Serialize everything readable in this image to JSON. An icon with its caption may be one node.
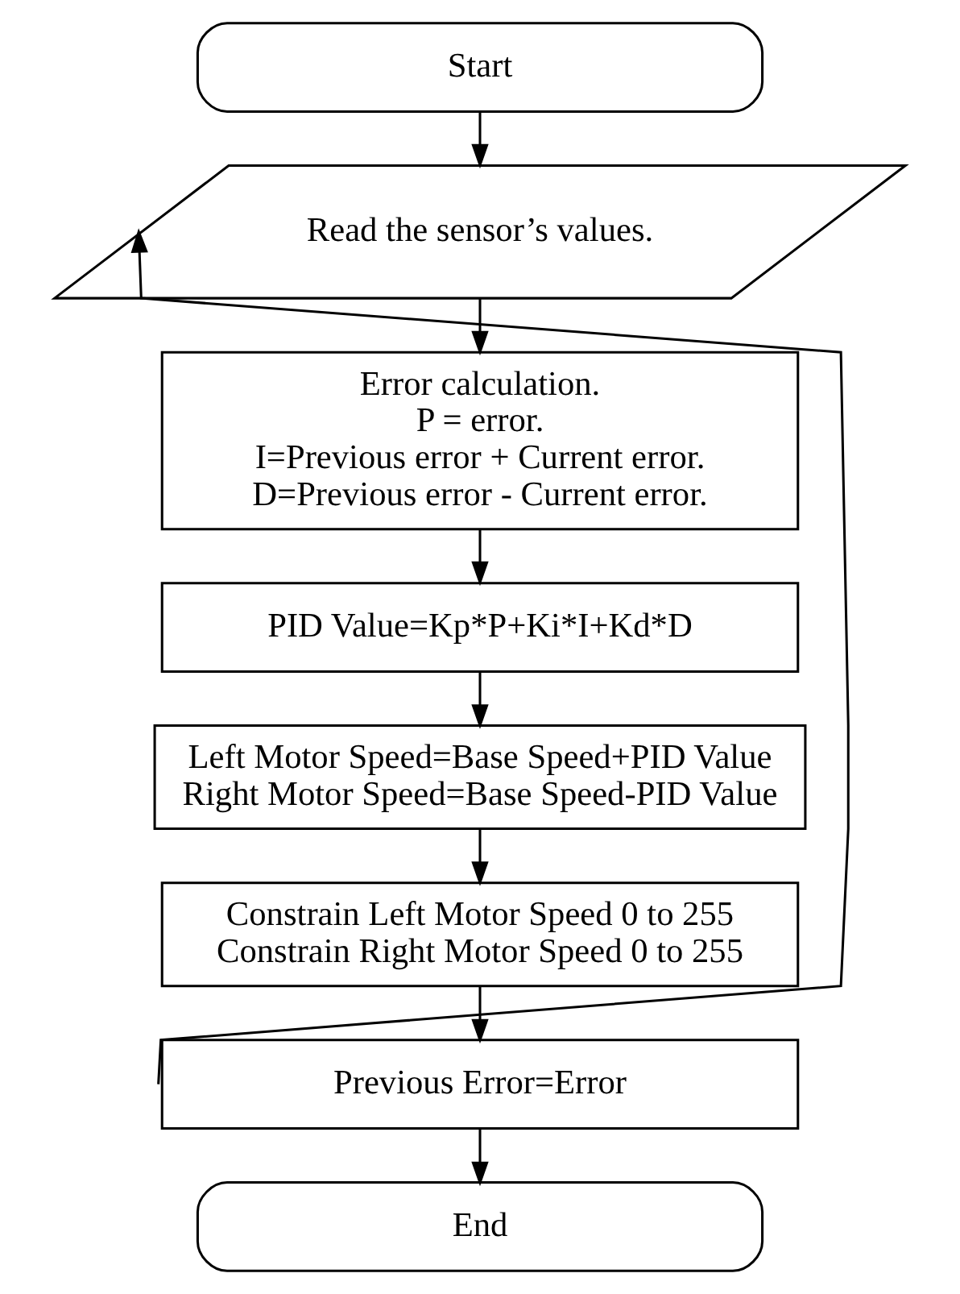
{
  "diagram": {
    "nodes": [
      {
        "text": [
          "Start"
        ]
      },
      {
        "text": [
          "Read the sensor’s values."
        ]
      },
      {
        "text": [
          "Error calculation.",
          "P = error.",
          "I=Previous error + Current error.",
          "D=Previous error - Current error."
        ]
      },
      {
        "text": [
          "PID Value=Kp*P+Ki*I+Kd*D"
        ]
      },
      {
        "text": [
          "Left Motor Speed=Base Speed+PID Value",
          "Right Motor Speed=Base Speed-PID Value"
        ]
      },
      {
        "text": [
          "Constrain Left Motor Speed 0 to 255",
          "Constrain Right Motor Speed 0 to 255"
        ]
      },
      {
        "text": [
          "Previous Error=Error"
        ]
      },
      {
        "text": [
          "End"
        ]
      }
    ],
    "edges": [
      {
        "from": 0,
        "to": 1,
        "arrow": "to"
      },
      {
        "from": 1,
        "to": 2,
        "arrow": "to"
      },
      {
        "from": 2,
        "to": 3,
        "arrow": "to"
      },
      {
        "from": 3,
        "to": 4,
        "arrow": "to"
      },
      {
        "from": 4,
        "to": 5,
        "arrow": "to"
      },
      {
        "from": 5,
        "to": 6,
        "arrow": "to"
      },
      {
        "from": 6,
        "to": 7,
        "arrow": "to"
      },
      {
        "from": 6,
        "to": 1,
        "arrow": "to"
      }
    ]
  }
}
